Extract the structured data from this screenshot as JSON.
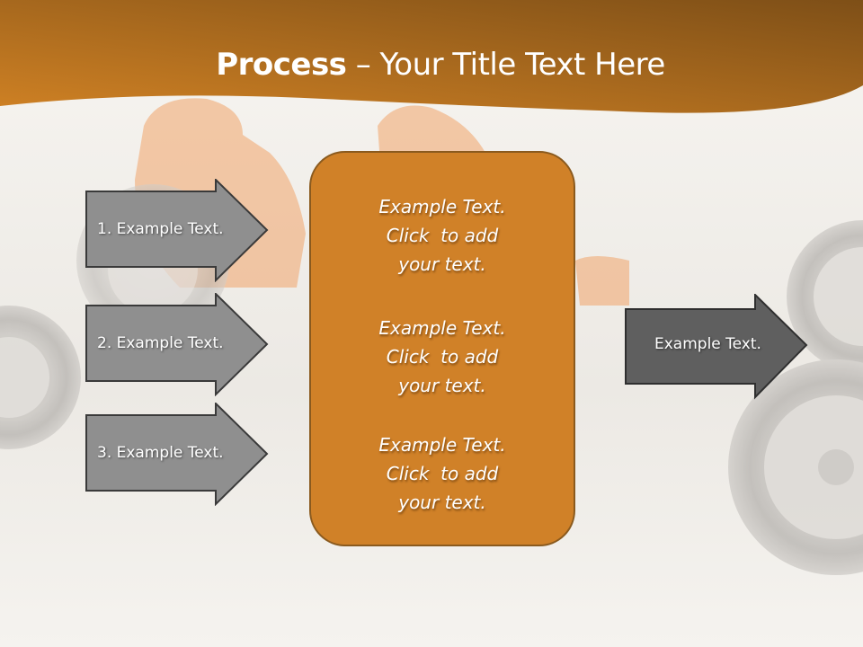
{
  "slide": {
    "title_bold": "Process",
    "title_rest": " – Your Title Text Here",
    "colors": {
      "header_dark": "#7e4f17",
      "header_light": "#cf8124",
      "center_box": "#d08128",
      "center_border": "#8a5a1e",
      "arrow_gray": "#8f8f8f",
      "arrow_dark": "#5f5f5f",
      "arrow_border": "#3a3a3a"
    },
    "input_arrows": [
      {
        "label": "1. Example Text."
      },
      {
        "label": "2. Example Text."
      },
      {
        "label": "3. Example Text."
      }
    ],
    "center_blocks": [
      {
        "line1": "Example Text.",
        "line2": "Click  to add",
        "line3": "your text."
      },
      {
        "line1": "Example Text.",
        "line2": "Click  to add",
        "line3": "your text."
      },
      {
        "line1": "Example Text.",
        "line2": "Click  to add",
        "line3": "your text."
      }
    ],
    "output_arrow": {
      "label": "Example Text."
    }
  }
}
